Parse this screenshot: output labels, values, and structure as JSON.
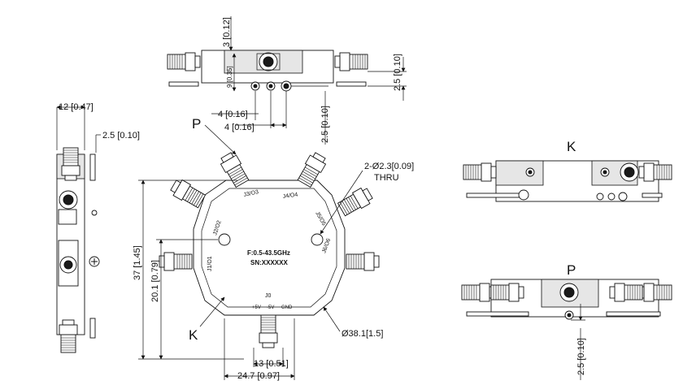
{
  "top_view": {
    "dim_flange_thickness": "3 [0.12]",
    "dim_connector_height": "9 [0.35]",
    "dim_right_top": "2.5 [0.10]",
    "dim_pin_spacing_a": "4 [0.16]",
    "dim_pin_spacing_b": "4 [0.16]",
    "dim_pin_offset": "2.5 [0.10]"
  },
  "side_view": {
    "dim_width": "12 [0.47]",
    "dim_pin": "2.5 [0.10]"
  },
  "front_view": {
    "port_label_p": "P",
    "port_label_k": "K",
    "hole_callout_line1": "2-Ø2.3[0.09]",
    "hole_callout_line2": "THRU",
    "frequency_text": "F:0.5-43.5GHz",
    "serial_text": "SN:XXXXXX",
    "ports": [
      "J1/O1",
      "J2/O2",
      "J3/O3",
      "J4/O4",
      "J5/O5",
      "J6/O6"
    ],
    "connector_label": "J0",
    "pin_labels": [
      "+5V",
      "-5V",
      "GND"
    ],
    "dim_total_height": "37 [1.45]",
    "dim_mid_height": "20.1 [0.79]",
    "dim_bottom_flange": "13 [0.51]",
    "dim_total_width": "24.7 [0.97]",
    "dim_diameter": "Ø38.1[1.5]"
  },
  "right_views": {
    "label_k": "K",
    "label_p": "P",
    "dim_pin_offset": "2.5 [0.10]"
  }
}
